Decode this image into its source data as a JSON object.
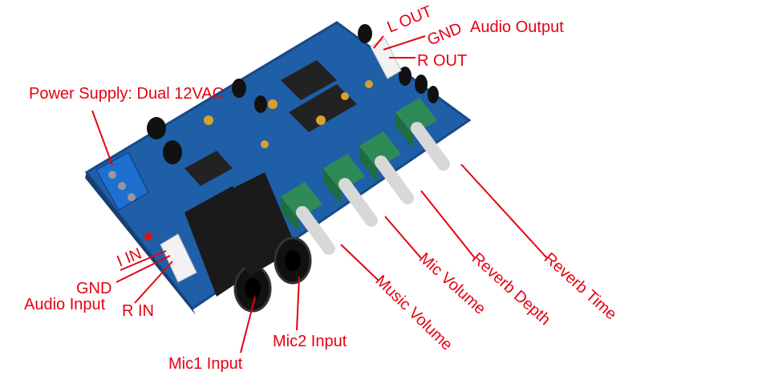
{
  "labels": {
    "l_out": "L OUT",
    "gnd_out": "GND",
    "audio_output": "Audio Output",
    "r_out": "R OUT",
    "power_supply": "Power Supply: Dual 12VAC",
    "l_in": "I IN",
    "gnd_in": "GND",
    "audio_input": "Audio Input",
    "r_in": "R IN",
    "mic1_input": "Mic1 Input",
    "mic2_input": "Mic2 Input",
    "music_volume": "Music Volume",
    "mic_volume": "Mic Volume",
    "reverb_depth": "Reverb Depth",
    "reverb_time": "Reverb Time"
  },
  "colors": {
    "annotation": "#e60012",
    "pcb": "#1f5fa8",
    "pot": "#2e8b57"
  }
}
